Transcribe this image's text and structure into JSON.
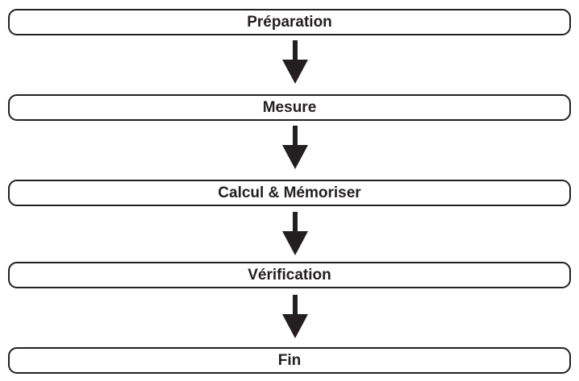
{
  "steps": [
    {
      "label": "Préparation"
    },
    {
      "label": "Mesure"
    },
    {
      "label": "Calcul & Mémoriser"
    },
    {
      "label": "Vérification"
    },
    {
      "label": "Fin"
    }
  ],
  "colors": {
    "stroke": "#231f20",
    "background": "#ffffff"
  }
}
